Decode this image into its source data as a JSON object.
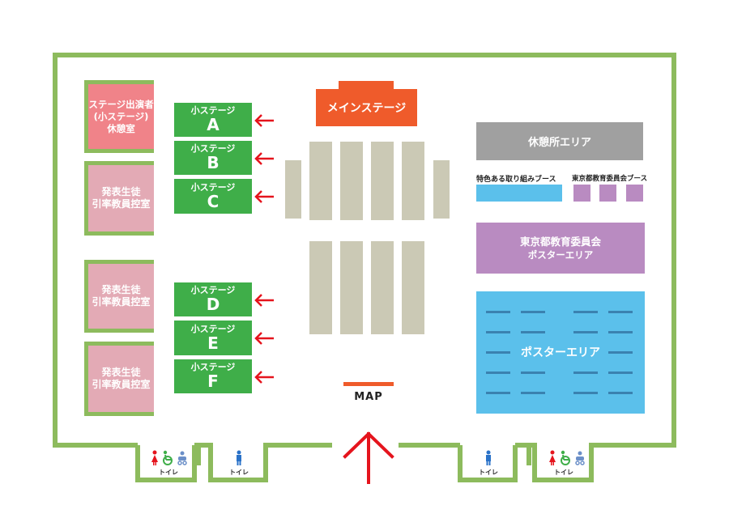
{
  "stages": {
    "main": "メインステージ",
    "small_label": "小ステージ",
    "letters": [
      "A",
      "B",
      "C",
      "D",
      "E",
      "F"
    ]
  },
  "rooms": {
    "performer": "ステージ出演者\n(小ステージ)\n休憩室",
    "waiting": "発表生徒\n引率教員控室"
  },
  "areas": {
    "rest": "休憩所エリア",
    "special_booth": "特色ある取り組みブース",
    "board_booth": "東京都教育委員会ブース",
    "board_poster_line1": "東京都教育委員会",
    "board_poster_line2": "ポスターエリア",
    "poster": "ポスターエリア"
  },
  "map_label": "MAP",
  "toilet_label": "トイレ",
  "icons": [
    "left-arrow-icon",
    "entrance-arrow-icon",
    "female-toilet-icon",
    "accessible-toilet-icon",
    "baby-care-icon",
    "male-toilet-icon"
  ],
  "colors": {
    "wall": "#8dbb5d",
    "main_stage": "#ef5b2b",
    "small_stage": "#3fae49",
    "seat": "#cbc9b5",
    "performer_room": "#f08389",
    "waiting_room": "#e3aab5",
    "rest_area": "#a0a0a0",
    "blue_booth": "#5bc0eb",
    "purple_booth": "#b98bc1",
    "poster_area": "#5bc0eb",
    "arrow": "#e5141d"
  }
}
